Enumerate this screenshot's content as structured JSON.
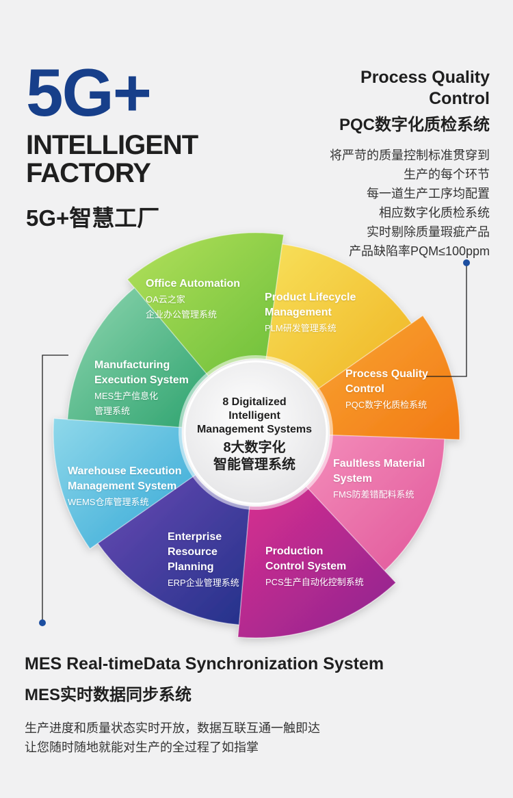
{
  "header": {
    "title_5g": "5G+",
    "title_en_line1": "INTELLIGENT",
    "title_en_line2": "FACTORY",
    "title_cn": "5G+智慧工厂"
  },
  "pqc": {
    "title_en_line1": "Process Quality",
    "title_en_line2": "Control",
    "title_cn": "PQC数字化质检系统",
    "desc": [
      "将严苛的质量控制标准贯穿到",
      "生产的每个环节",
      "每一道生产工序均配置",
      "相应数字化质检系统",
      "实时剔除质量瑕疵产品",
      "产品缺陷率PQM≤100ppm"
    ]
  },
  "center": {
    "en_line1": "8 Digitalized",
    "en_line2": "Intelligent",
    "en_line3": "Management Systems",
    "cn_line1": "8大数字化",
    "cn_line2": "智能管理系统"
  },
  "segments": [
    {
      "en": [
        "Office Automation"
      ],
      "cn": [
        "OA云之家",
        "企业办公管理系统"
      ]
    },
    {
      "en": [
        "Product Lifecycle",
        "Management"
      ],
      "cn": [
        "PLM研发管理系统"
      ]
    },
    {
      "en": [
        "Process Quality",
        "Control"
      ],
      "cn": [
        "PQC数字化质检系统"
      ]
    },
    {
      "en": [
        "Faultless Material",
        "System"
      ],
      "cn": [
        "FMS防差错配料系统"
      ]
    },
    {
      "en": [
        "Production",
        "Control System"
      ],
      "cn": [
        "PCS生产自动化控制系统"
      ]
    },
    {
      "en": [
        "Enterprise",
        "Resource",
        "Planning"
      ],
      "cn": [
        "ERP企业管理系统"
      ]
    },
    {
      "en": [
        "Warehouse Execution",
        "Management System"
      ],
      "cn": [
        "WEMS仓库管理系统"
      ]
    },
    {
      "en": [
        "Manufacturing",
        "Execution System"
      ],
      "cn": [
        "MES生产信息化",
        "管理系统"
      ]
    }
  ],
  "colors": {
    "brand_blue": "#173f8a",
    "seg_office": "#8fcf3f",
    "seg_plm": "#f3cf3a",
    "seg_pqc": "#f5941e",
    "seg_fms": "#ec6fa8",
    "seg_pcs": "#b92a8c",
    "seg_erp": "#3a3a9a",
    "seg_wems": "#49b9da",
    "seg_mes": "#3fb580"
  },
  "mes": {
    "title_en": "MES Real-timeData Synchronization System",
    "title_cn": "MES实时数据同步系统",
    "desc_line1": "生产进度和质量状态实时开放，数据互联互通一触即达",
    "desc_line2": "让您随时随地就能对生产的全过程了如指掌"
  }
}
